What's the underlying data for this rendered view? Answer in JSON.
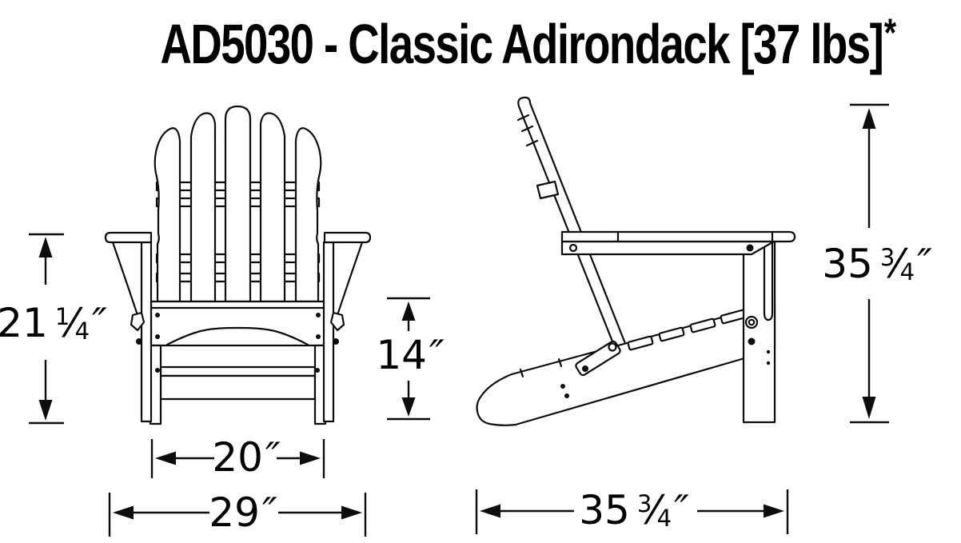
{
  "title": {
    "text": "AD5030 - Classic Adirondack [37 lbs]",
    "asterisk": "*"
  },
  "symbols": {
    "fraction_slash": "⁄"
  },
  "dimensions": {
    "arm_height": {
      "whole": "21",
      "numerator": "1",
      "denominator": "4",
      "unit": "″"
    },
    "seat_height": {
      "whole": "14",
      "unit": "″"
    },
    "seat_width": {
      "whole": "20",
      "unit": "″"
    },
    "overall_width": {
      "whole": "29",
      "unit": "″"
    },
    "overall_height": {
      "whole": "35",
      "numerator": "3",
      "denominator": "4",
      "unit": "″"
    },
    "depth": {
      "whole": "35",
      "numerator": "3",
      "denominator": "4",
      "unit": "″"
    }
  }
}
